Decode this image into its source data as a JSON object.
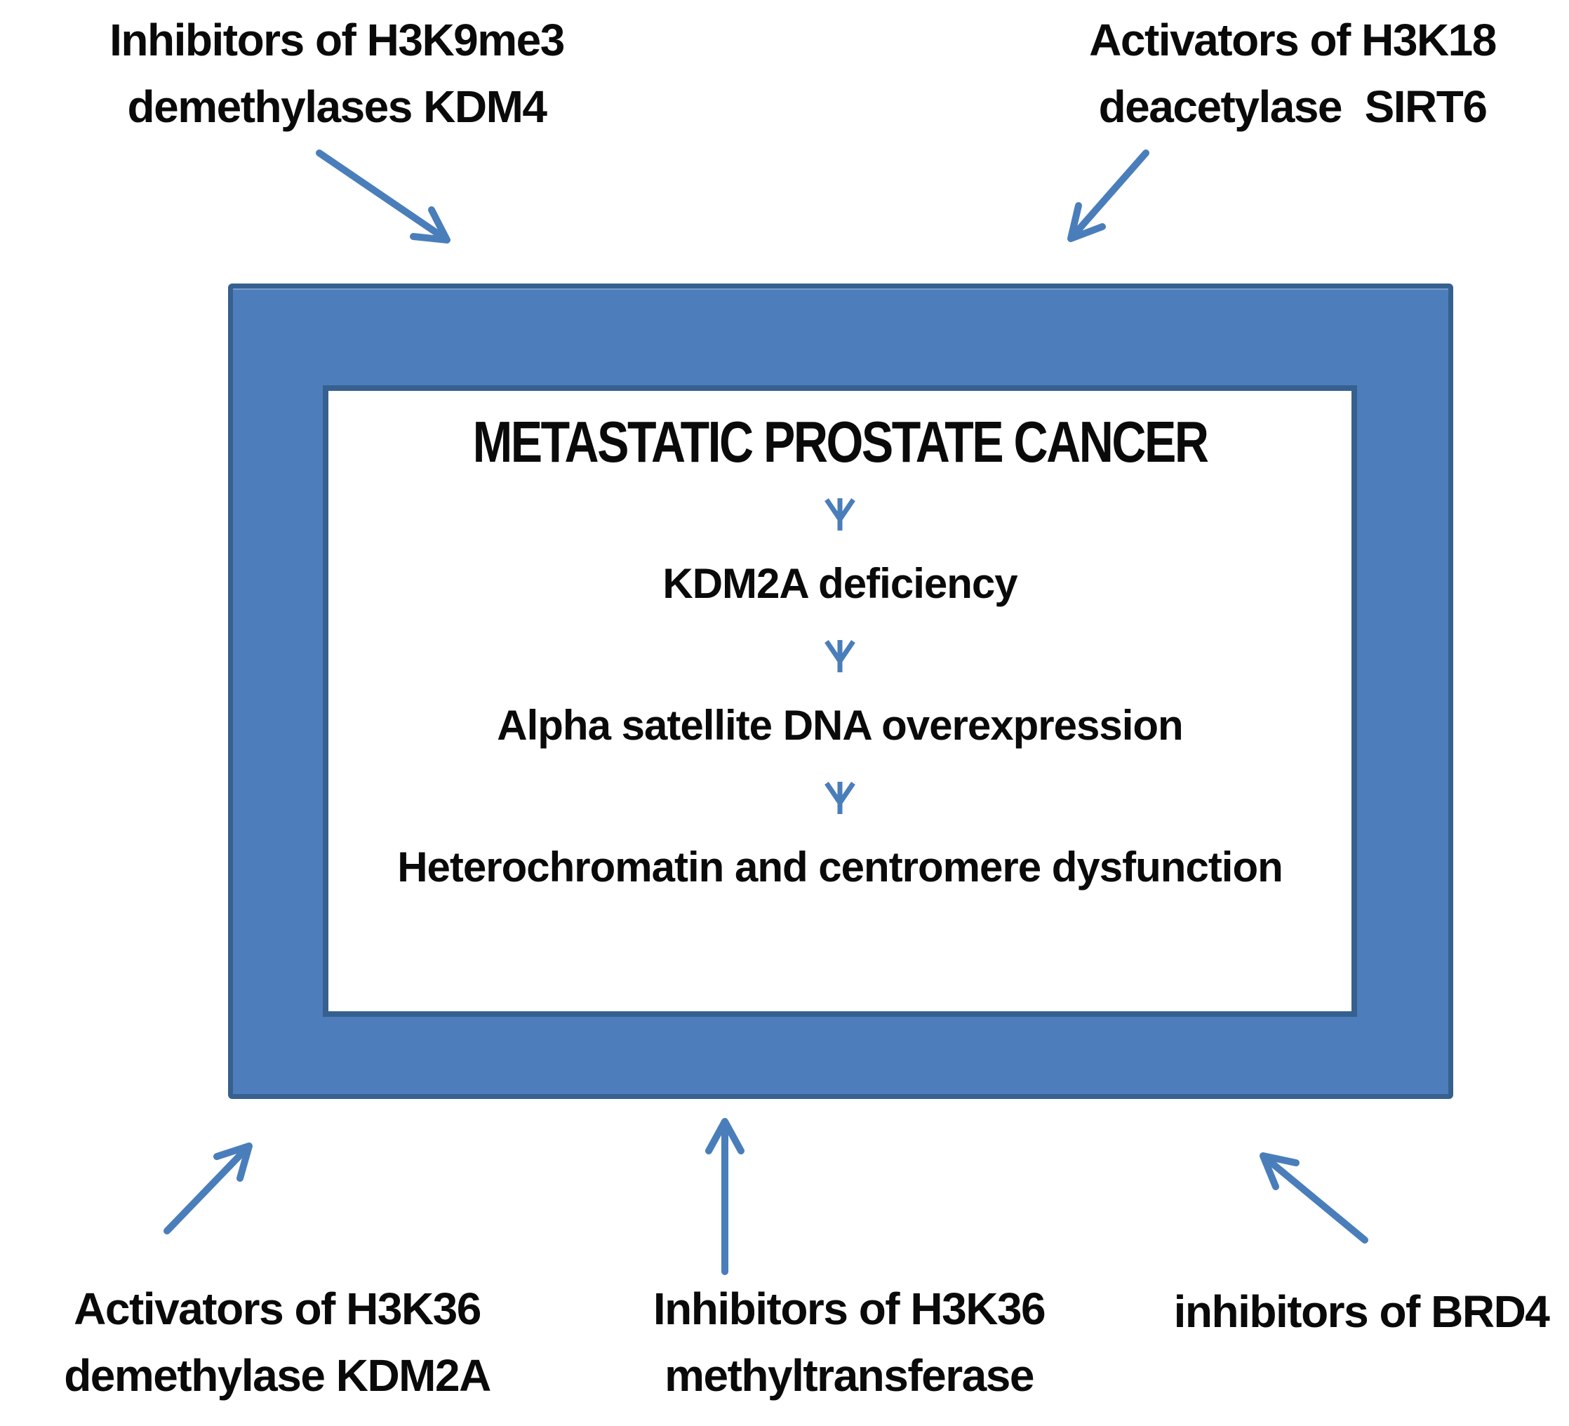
{
  "colors": {
    "box_fill": "#4D7EBB",
    "box_border": "#36608F",
    "arrow": "#4A7EBB",
    "text": "#0A0A0A"
  },
  "labels": {
    "top_left": {
      "lines": [
        "Inhibitors of H3K9me3",
        "demethylases KDM4"
      ]
    },
    "top_right": {
      "lines": [
        "Activators of H3K18",
        "deacetylase  SIRT6"
      ]
    },
    "bottom_left": {
      "lines": [
        "Activators of H3K36",
        "demethylase KDM2A"
      ]
    },
    "bottom_center": {
      "lines": [
        "Inhibitors of H3K36",
        "methyltransferase"
      ]
    },
    "bottom_right": {
      "lines": [
        "inhibitors of BRD4"
      ]
    }
  },
  "central_box": {
    "title": "METASTATIC PROSTATE CANCER",
    "cascade": [
      "KDM2A deficiency",
      "Alpha satellite DNA overexpression",
      "Heterochromatin and centromere dysfunction"
    ]
  }
}
